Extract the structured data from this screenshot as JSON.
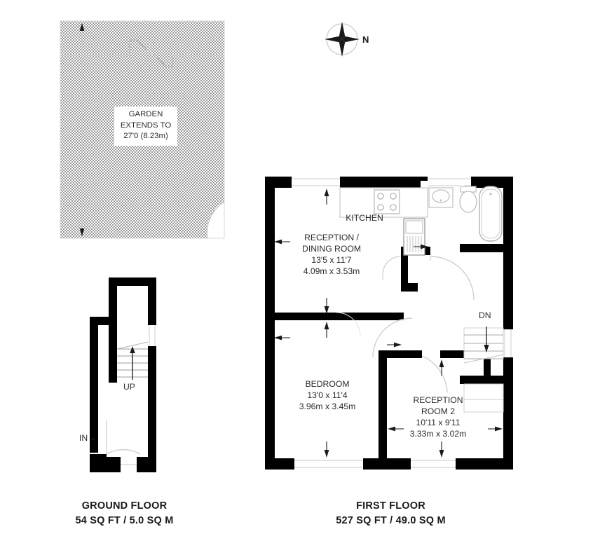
{
  "document": {
    "type": "floor-plan",
    "background_color": "#ffffff",
    "wall_color": "#000000",
    "text_color": "#2b2b2b",
    "hatch_color": "#b4b4b4"
  },
  "compass": {
    "label": "N",
    "icon": "compass-rose-icon"
  },
  "garden": {
    "note_lines": [
      "GARDEN",
      "EXTENDS TO",
      "27'0 (8.23m)"
    ],
    "depth_imperial": "27'0",
    "depth_metric": "8.23m"
  },
  "floors": [
    {
      "id": "ground",
      "caption_title": "GROUND FLOOR",
      "caption_area": "54 SQ FT / 5.0 SQ M",
      "area_sqft": 54,
      "area_sqm": 5.0,
      "markers": [
        {
          "name": "stairs-up",
          "label": "UP"
        },
        {
          "name": "entrance",
          "label": "IN→"
        }
      ]
    },
    {
      "id": "first",
      "caption_title": "FIRST FLOOR",
      "caption_area": "527 SQ FT / 49.0 SQ M",
      "area_sqft": 527,
      "area_sqm": 49.0,
      "markers": [
        {
          "name": "stairs-down",
          "label": "DN"
        }
      ],
      "rooms": [
        {
          "name": "reception-dining-room",
          "lines": [
            "RECEPTION /",
            "DINING ROOM",
            "13'5 x 11'7",
            "4.09m x 3.53m"
          ],
          "imperial": "13'5 x 11'7",
          "metric": "4.09m x 3.53m"
        },
        {
          "name": "kitchen",
          "lines": [
            "KITCHEN"
          ],
          "imperial": "",
          "metric": ""
        },
        {
          "name": "bedroom",
          "lines": [
            "BEDROOM",
            "13'0 x 11'4",
            "3.96m x 3.45m"
          ],
          "imperial": "13'0 x 11'4",
          "metric": "3.96m x 3.45m"
        },
        {
          "name": "reception-room-2",
          "lines": [
            "RECEPTION",
            "ROOM 2",
            "10'11 x 9'11",
            "3.33m x 3.02m"
          ],
          "imperial": "10'11 x 9'11",
          "metric": "3.33m x 3.02m"
        }
      ]
    }
  ],
  "room_text": {
    "reception_dining_l1": "RECEPTION /",
    "reception_dining_l2": "DINING ROOM",
    "reception_dining_l3": "13'5 x 11'7",
    "reception_dining_l4": "4.09m x 3.53m",
    "kitchen": "KITCHEN",
    "bedroom_l1": "BEDROOM",
    "bedroom_l2": "13'0 x 11'4",
    "bedroom_l3": "3.96m x 3.45m",
    "reception2_l1": "RECEPTION",
    "reception2_l2": "ROOM 2",
    "reception2_l3": "10'11 x 9'11",
    "reception2_l4": "3.33m x 3.02m",
    "up": "UP",
    "dn": "DN",
    "in": "IN→"
  },
  "captions": {
    "ground_title": "GROUND FLOOR",
    "ground_area": "54 SQ FT / 5.0 SQ M",
    "first_title": "FIRST FLOOR",
    "first_area": "527 SQ FT / 49.0 SQ M"
  },
  "garden_note": {
    "l1": "GARDEN",
    "l2": "EXTENDS TO",
    "l3": "27'0 (8.23m)"
  },
  "fixtures": [
    "hob-icon",
    "sink-icon",
    "washbasin-icon",
    "toilet-icon",
    "bathtub-icon",
    "stairs-icon",
    "door-swing-icon",
    "window-icon"
  ]
}
